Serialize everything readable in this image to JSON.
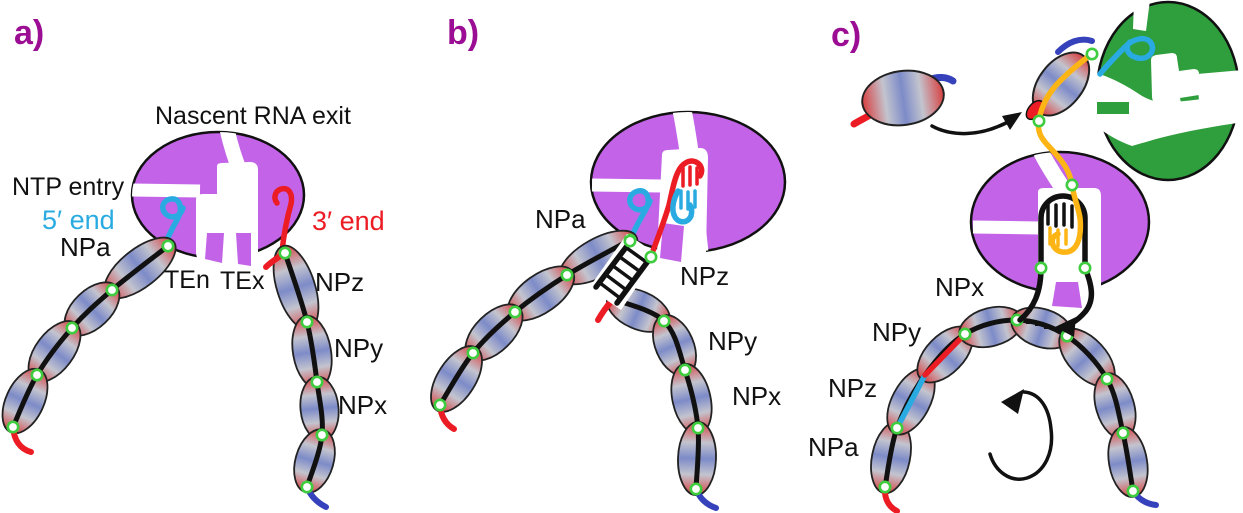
{
  "figure_type": "RNA polymerase / nucleoprotein chain mechanism diagram",
  "panels": {
    "a": {
      "label": "a)",
      "annotations": {
        "nascent_rna_exit": "Nascent RNA exit",
        "ntp_entry": "NTP entry",
        "five_prime": "5′ end",
        "three_prime": "3′ end",
        "np_a": "NPa",
        "te_n": "TEn",
        "te_x": "TEx",
        "np_z": "NPz",
        "np_y": "NPy",
        "np_x": "NPx"
      }
    },
    "b": {
      "label": "b)",
      "annotations": {
        "np_a": "NPa",
        "np_z": "NPz",
        "np_y": "NPy",
        "np_x": "NPx"
      }
    },
    "c": {
      "label": "c)",
      "annotations": {
        "np_x": "NPx",
        "np_y": "NPy",
        "np_z": "NPz",
        "np_a": "NPa"
      }
    }
  },
  "colors": {
    "polymerase_purple": "#C364E8",
    "polymerase_green": "#2F9E3C",
    "panel_letter": "#9B0D93",
    "rna_cyan": "#29ABE2",
    "rna_red": "#EC1C24",
    "rna_yellow": "#FDB515",
    "strand_black": "#111111",
    "np_red": "#D84040",
    "np_gray": "#C3C4CE",
    "np_blue": "#7D8BC8",
    "ribbon_blue": "#3642BB",
    "junction_green": "#3FCC3F"
  }
}
